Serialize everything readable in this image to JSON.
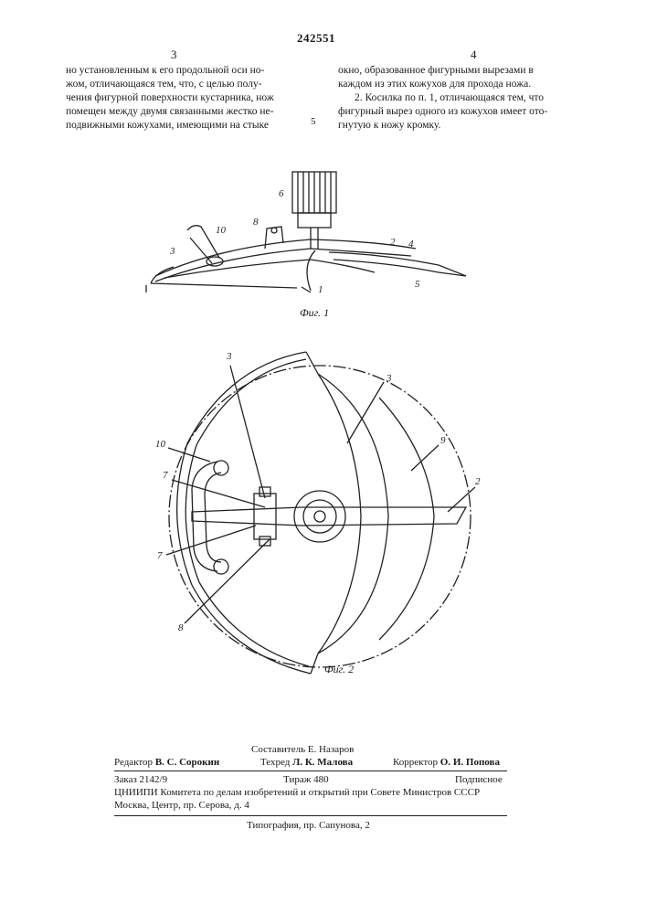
{
  "patent_number": "242551",
  "left_col_number": "3",
  "right_col_number": "4",
  "line_marker": "5",
  "left_column_text": [
    "но установленным к его продольной оси но-",
    "жом, отличающаяся тем, что, с целью полу-",
    "чения фигурной поверхности кустарника, нож",
    "помещен между двумя связанными жестко не-",
    "подвижными кожухами, имеющими на стыке"
  ],
  "right_column_text": [
    "окно, образованное фигурными вырезами в",
    "каждом из этих кожухов для прохода ножа.",
    "2. Косилка по п. 1, отличающаяся тем, что",
    "фигурный вырез одного из кожухов имеет ото-",
    "гнутую к ножу кромку."
  ],
  "figure1": {
    "caption": "Фиг. 1",
    "labels": [
      "6",
      "8",
      "10",
      "3",
      "2",
      "4",
      "5",
      "1"
    ]
  },
  "figure2": {
    "caption": "Фиг. 2",
    "labels": [
      "3",
      "3",
      "9",
      "10",
      "7",
      "2",
      "7",
      "8"
    ]
  },
  "footer": {
    "compiler": "Составитель Е. Назаров",
    "editor_label": "Редактор",
    "editor_name": "В. С. Сорокин",
    "techred_label": "Техред",
    "techred_name": "Л. К. Малова",
    "corrector_label": "Корректор",
    "corrector_name": "О. И. Попова",
    "order": "Заказ 2142/9",
    "circulation": "Тираж 480",
    "subscription": "Подписное",
    "institute": "ЦНИИПИ Комитета по делам изобретений и открытий при Совете Министров СССР",
    "address": "Москва, Центр, пр. Серова, д. 4",
    "printing": "Типография, пр. Сапунова, 2"
  }
}
